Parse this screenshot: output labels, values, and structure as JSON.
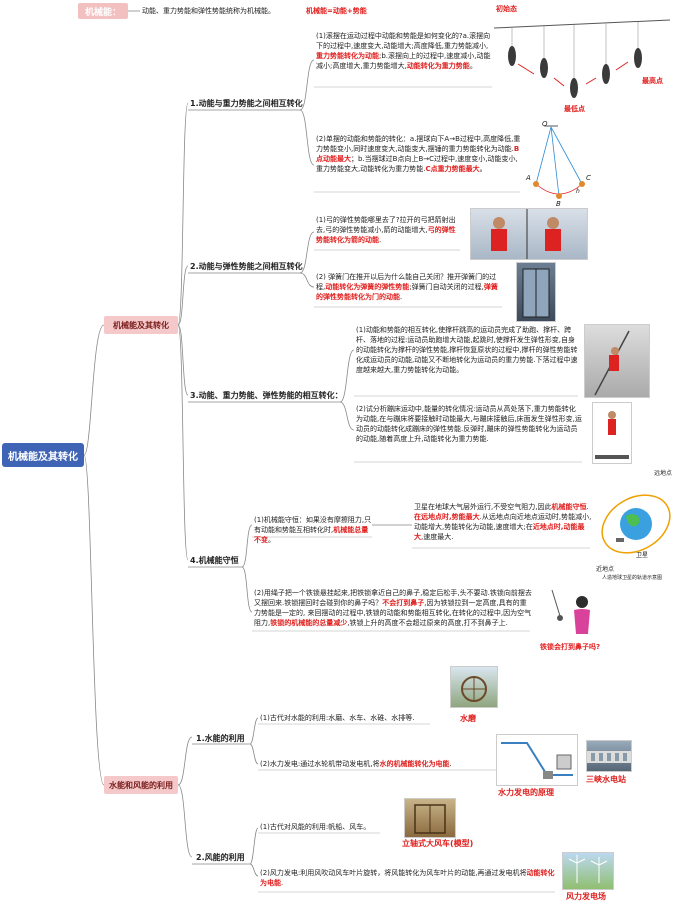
{
  "root": {
    "label": "机械能及其转化"
  },
  "definition": {
    "tag": "机械能：",
    "text": "动能、重力势能和弹性势能统称为机械能。",
    "formula": "机械能=动能+势能"
  },
  "branch1": {
    "label": "机械能及其转化",
    "s1": {
      "heading": "1.动能与重力势能之间相互转化",
      "roller": {
        "intro": "(1)滚摆在运动过程中动能和势能是如何变化的?a.滚摆向下的过程中,速度变大,动能增大;高度降低,重力势能减小,",
        "red1": "重力势能转化为动能",
        "mid": ";b.滚摆向上的过程中,速度减小,动能减小;高度增大,重力势能增大,",
        "red2": "动能转化为重力势能",
        "end": "。",
        "lbl_start": "初始态",
        "lbl_high": "最高点",
        "lbl_low": "最低点"
      },
      "pendulum": {
        "t1": "(2)单摆的动能和势能的转化：a.摆球向下A→B过程中,高度降低,重力势能变小,同时速度变大,动能变大,摆锤的重力势能转化为动能.",
        "r1": "B点动能最大",
        "t2": "；b.当摆球过B点向上B→C过程中,速度变小,动能变小,重力势能变大,动能转化为重力势能.",
        "r2": "C点重力势能最大",
        "t3": "。",
        "lbl_o": "O",
        "lbl_a": "A",
        "lbl_b": "B",
        "lbl_c": "C",
        "lbl_h": "h"
      }
    },
    "s2": {
      "heading": "2.动能与弹性势能之间相互转化",
      "bow": {
        "t1": "(1)弓的弹性势能哪里去了?拉开的弓把箭射出去,弓的弹性势能减小,箭的动能增大,",
        "r1": "弓的弹性势能转化为箭的动能",
        "t2": "."
      },
      "door": {
        "t1": "(2) 弹簧门在推开以后为什么能自己关闭？推开弹簧门的过程,",
        "r1": "动能转化为弹簧的弹性势能",
        "t2": ";弹簧门自动关闭的过程,",
        "r2": "弹簧的弹性势能转化为门的动能",
        "t3": "."
      }
    },
    "s3": {
      "heading": "3.动能、重力势能、弹性势能的相互转化：",
      "pole": {
        "t1": "(1)动能和势能的相互转化,使撑杆跳高的运动员完成了助跑、撑杆、跨杆、落地的过程:运动员助跑增大动能,起跳时,使撑杆发生弹性形变,自身的动能转化为撑杆的弹性势能,撑杆恢复原状的过程中,撑杆的弹性势能转化成运动员的动能,动能又不断地转化为运动员的重力势能.下落过程中速度越来越大,重力势能转化为动能。"
      },
      "trampoline": {
        "t1": "(2)试分析蹦床运动中,能量的转化情况:运动员从高处落下,重力势能转化为动能,在与蹦床将要接触时动能最大,与蹦床接触后,床面发生弹性形变,运动员的动能转化成蹦床的弹性势能.反弹时,蹦床的弹性势能转化为运动员的动能,随着高度上升,动能转化为重力势能."
      }
    },
    "s4": {
      "heading": "4.机械能守恒",
      "cons": {
        "t1": "(1)机械能守恒：如果没有摩擦阻力,只有动能和势能互相转化时,",
        "r1": "机械能总量不变",
        "t2": "。"
      },
      "satellite": {
        "t1": "卫星在地球大气层外运行,不受空气阻力,因此",
        "r1": "机械能守恒",
        "t2": ".",
        "r2": "在远地点时,势能最大",
        "t3": ".从远地点向近地点运动时,势能减小,动能增大,势能转化为动能,速度增大;在",
        "r3": "近地点时,动能最大",
        "t4": ",速度最大.",
        "lbl_far": "远地点",
        "lbl_near": "近地点",
        "lbl_sat": "卫星",
        "caption": "人造地球卫星的轨道示意图"
      },
      "ball": {
        "t1": "(2)用绳子把一个铁锁悬挂起来,把铁锁拿近自己的鼻子,稳定后松手,头不要动.铁锁向前摆去又摆回来.铁锁摆回时会碰到你的鼻子吗？",
        "r1": "不会打到鼻子",
        "t2": ",因为铁锁拉到一定高度,具有的重力势能是一定的, 来回摆动的过程中,铁锁的动能和势能相互转化,在转化的过程中,因为空气阻力,",
        "r2": "铁锁的机械能的总量减少",
        "t3": ",铁锁上升的高度不会超过原来的高度,打不到鼻子上.",
        "caption": "铁锁会打到鼻子吗?"
      }
    }
  },
  "branch2": {
    "label": "水能和风能的利用",
    "water": {
      "heading": "1.水能的利用",
      "ancient": {
        "t1": "(1)古代对水能的利用:水磨、水车、水碓、水排等.",
        "caption": "水磨"
      },
      "power": {
        "t1": "(2)水力发电:通过水轮机带动发电机,将",
        "r1": "水的机械能转化为电能",
        "t2": ".",
        "cap1": "水力发电的原理",
        "cap2": "三峡水电站"
      }
    },
    "wind": {
      "heading": "2.风能的利用",
      "ancient": {
        "t1": "(1)古代对风能的利用:帆船、风车。",
        "caption": "立轴式大风车(模型)"
      },
      "power": {
        "t1": "(2)风力发电:利用风吹动风车叶片旋转，将风能转化为风车叶片的动能,再通过发电机将",
        "r1": "动能转化为电能",
        "t2": ".",
        "caption": "风力发电场"
      }
    }
  }
}
